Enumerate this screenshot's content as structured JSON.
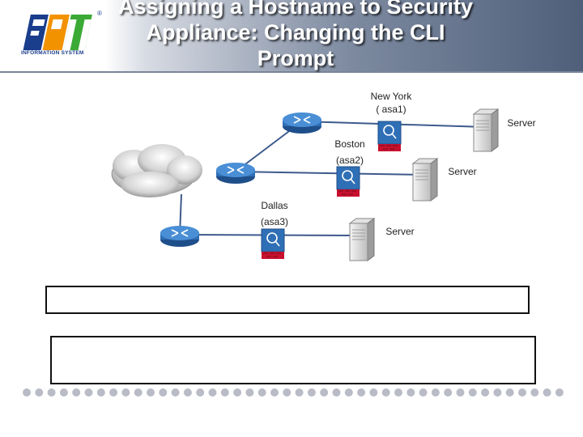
{
  "slide": {
    "title": "Assigning a Hostname to Security\nAppliance: Changing the CLI\nPrompt"
  },
  "logo": {
    "caption": "INFORMATION SYSTEM",
    "registered_mark": "®"
  },
  "diagram": {
    "sites": [
      {
        "id": "asa1",
        "city": "New York",
        "device": "( asa1)"
      },
      {
        "id": "asa2",
        "city": "Boston",
        "device": "(asa2)"
      },
      {
        "id": "asa3",
        "city": "Dallas",
        "device": "(asa3)"
      }
    ],
    "servers": [
      "Server",
      "Server",
      "Server"
    ]
  },
  "content_boxes": [
    {
      "text": ""
    },
    {
      "text": ""
    }
  ],
  "colors": {
    "link_line": "#3d5a8c",
    "router_blue": "#2f6fb6",
    "firewall_red": "#c8102e",
    "title_text": "#ffffff",
    "logo_blue": "#1a3d8c",
    "logo_orange": "#f39200",
    "logo_green": "#3aaa35"
  }
}
